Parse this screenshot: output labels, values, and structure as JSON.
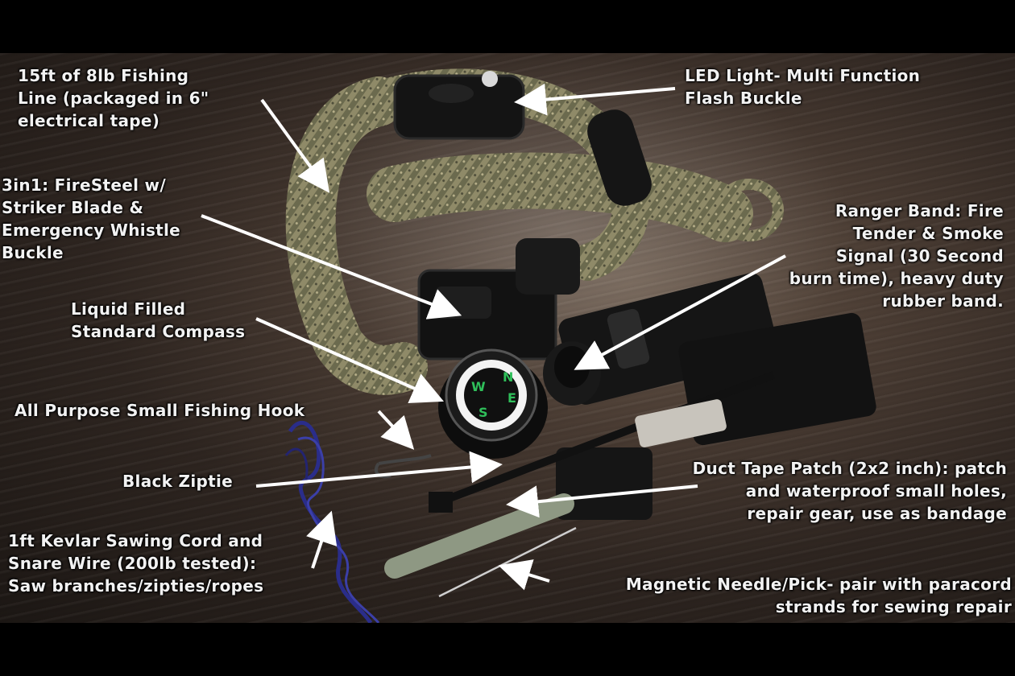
{
  "captions": {
    "fishing_line": "15ft of 8lb Fishing\nLine (packaged in 6\"\nelectrical tape)",
    "led_light": "LED Light- Multi Function\nFlash Buckle",
    "firesteel": "3in1: FireSteel w/\nStriker Blade &\nEmergency Whistle\nBuckle",
    "ranger_band": "Ranger Band: Fire\nTender & Smoke\nSignal (30 Second\nburn time), heavy duty\nrubber band.",
    "compass": "Liquid Filled\nStandard Compass",
    "fishing_hook": "All Purpose Small Fishing Hook",
    "ziptie": "Black Ziptie",
    "duct_tape": "Duct Tape Patch (2x2 inch): patch\nand waterproof small holes,\nrepair gear, use as bandage",
    "kevlar": "1ft Kevlar Sawing Cord and\nSnare Wire (200lb tested):\nSaw branches/zipties/ropes",
    "needle": "Magnetic Needle/Pick- pair with paracord\nstrands for sewing repair"
  },
  "compass_marks": [
    "N",
    "E",
    "S",
    "W"
  ],
  "colors": {
    "background": "#000000",
    "caption_text": "#f2f2f2",
    "paracord": "#9a9470",
    "buckle": "#141414",
    "kevlar_cord": "#2a2d8a"
  },
  "icons": [
    "arrow-icon"
  ]
}
